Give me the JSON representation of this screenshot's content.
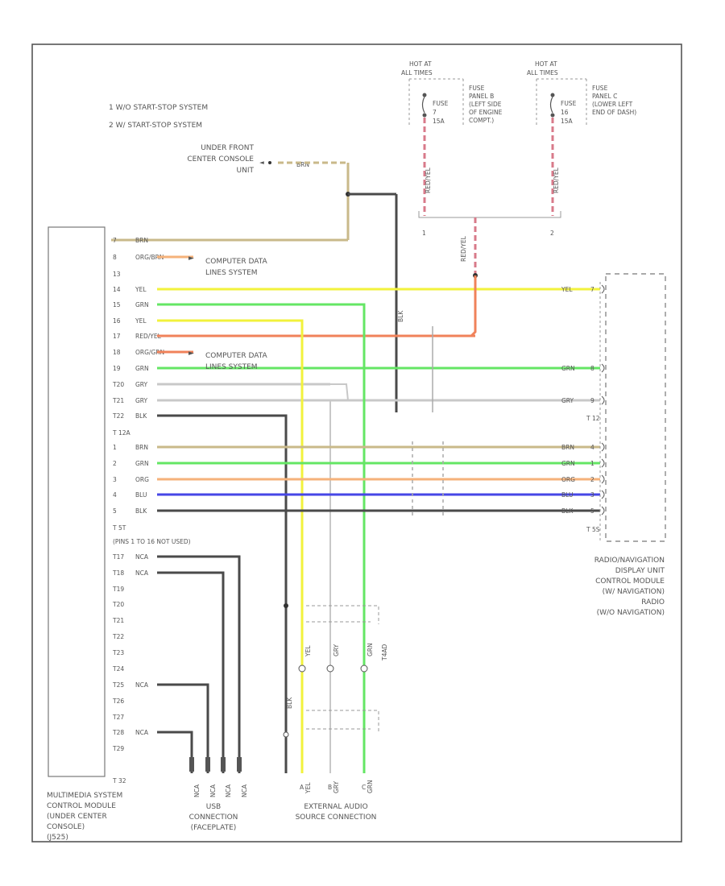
{
  "legend": [
    "1  W/O START-STOP SYSTEM",
    "2  W/ START-STOP SYSTEM"
  ],
  "fuse_left": {
    "hot": "HOT AT",
    "hot2": "ALL TIMES",
    "fuse": [
      "FUSE",
      "7",
      "15A"
    ],
    "desc": [
      "FUSE",
      "PANEL B",
      "(LEFT SIDE",
      "OF ENGINE",
      "COMPT.)"
    ],
    "wire": "RED/YEL",
    "num": "1"
  },
  "fuse_right": {
    "hot": "HOT AT",
    "hot2": "ALL TIMES",
    "fuse": [
      "FUSE",
      "16",
      "15A"
    ],
    "desc": [
      "FUSE",
      "PANEL C",
      "(LOWER LEFT",
      "END OF DASH)"
    ],
    "wire": "RED/YEL",
    "num": "2"
  },
  "junction": {
    "wire": "RED/YEL"
  },
  "under_front": {
    "lines": [
      "UNDER FRONT",
      "CENTER CONSOLE",
      "UNIT"
    ],
    "wire": "BRN"
  },
  "blk_vert": "BLK",
  "module_left": {
    "pins_a": [
      {
        "pin": "7",
        "wire": "BRN"
      },
      {
        "pin": "8",
        "wire": "ORG/BRN"
      },
      {
        "pin": "13",
        "wire": ""
      },
      {
        "pin": "14",
        "wire": "YEL"
      },
      {
        "pin": "15",
        "wire": "GRN"
      },
      {
        "pin": "16",
        "wire": "YEL"
      },
      {
        "pin": "17",
        "wire": "RED/YEL"
      },
      {
        "pin": "18",
        "wire": "ORG/GRN"
      },
      {
        "pin": "19",
        "wire": "GRN"
      },
      {
        "pin": "T20",
        "wire": "GRY"
      },
      {
        "pin": "T21",
        "wire": "GRY"
      },
      {
        "pin": "T22",
        "wire": "BLK"
      }
    ],
    "conn_a": "T 12A",
    "pins_b": [
      {
        "pin": "1",
        "wire": "BRN"
      },
      {
        "pin": "2",
        "wire": "GRN"
      },
      {
        "pin": "3",
        "wire": "ORG"
      },
      {
        "pin": "4",
        "wire": "BLU"
      },
      {
        "pin": "5",
        "wire": "BLK"
      }
    ],
    "conn_b": "T 5T",
    "note": "(PINS 1 TO 16 NOT USED)",
    "pins_c": [
      {
        "pin": "T17",
        "wire": "NCA"
      },
      {
        "pin": "T18",
        "wire": "NCA"
      },
      {
        "pin": "T19",
        "wire": ""
      },
      {
        "pin": "T20",
        "wire": ""
      },
      {
        "pin": "T21",
        "wire": ""
      },
      {
        "pin": "T22",
        "wire": ""
      },
      {
        "pin": "T23",
        "wire": ""
      },
      {
        "pin": "T24",
        "wire": ""
      },
      {
        "pin": "T25",
        "wire": "NCA"
      },
      {
        "pin": "T26",
        "wire": ""
      },
      {
        "pin": "T27",
        "wire": ""
      },
      {
        "pin": "T28",
        "wire": "NCA"
      },
      {
        "pin": "T29",
        "wire": ""
      }
    ],
    "conn_c": "T 32",
    "label": [
      "MULTIMEDIA SYSTEM",
      "CONTROL MODULE",
      "(UNDER CENTER",
      "CONSOLE)",
      "(J525)"
    ]
  },
  "computer_data_1": [
    "COMPUTER DATA",
    "LINES SYSTEM"
  ],
  "computer_data_2": [
    "COMPUTER DATA",
    "LINES SYSTEM"
  ],
  "right_module": {
    "pins_a": [
      {
        "pin": "7",
        "wire": "YEL"
      },
      {
        "pin": "8",
        "wire": "GRN"
      },
      {
        "pin": "9",
        "wire": "GRY"
      }
    ],
    "conn_a": "T 12",
    "pins_b": [
      {
        "pin": "4",
        "wire": "BRN"
      },
      {
        "pin": "1",
        "wire": "GRN"
      },
      {
        "pin": "2",
        "wire": "ORG"
      },
      {
        "pin": "3",
        "wire": "BLU"
      },
      {
        "pin": "5",
        "wire": "BLK"
      }
    ],
    "conn_b": "T 5S",
    "label": [
      "RADIO/NAVIGATION",
      "DISPLAY UNIT",
      "CONTROL MODULE",
      "(W/ NAVIGATION)",
      "RADIO",
      "(W/O NAVIGATION)"
    ]
  },
  "usb": {
    "wires": [
      "NCA",
      "NCA",
      "NCA",
      "NCA"
    ],
    "label": [
      "USB",
      "CONNECTION",
      "(FACEPLATE)"
    ]
  },
  "external_audio": {
    "wires": [
      "YEL",
      "GRY",
      "GRN"
    ],
    "shield": "BLK",
    "conn": "T4AD",
    "pins": [
      "A",
      "B",
      "C"
    ],
    "label": [
      "EXTERNAL AUDIO",
      "SOURCE CONNECTION"
    ]
  },
  "colors": {
    "brn": "#c9b98a",
    "org": "#f5b27a",
    "yel": "#f2f23c",
    "grn": "#64e664",
    "red": "#f0825a",
    "gry": "#c8c8c8",
    "blk": "#4a4a4a",
    "blu": "#4646e6",
    "redyel": "#d87a8a"
  }
}
